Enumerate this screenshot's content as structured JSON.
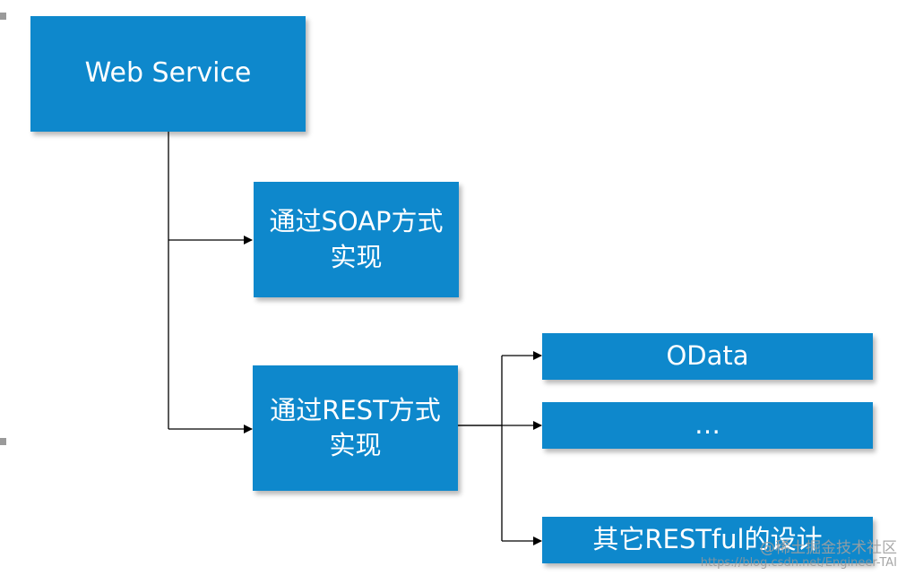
{
  "nodes": {
    "root": "Web Service",
    "soap": "通过SOAP方式实现",
    "rest": "通过REST方式实现",
    "odata": "OData",
    "ellipsis": "…",
    "restful": "其它RESTful的设计"
  },
  "watermark": {
    "brand": "@稀土掘金技术社区",
    "url": "https://blog.csdn.net/Engineer-TAI"
  },
  "colors": {
    "box_fill": "#0e88cc",
    "box_text": "#ffffff",
    "connector": "#000000"
  }
}
